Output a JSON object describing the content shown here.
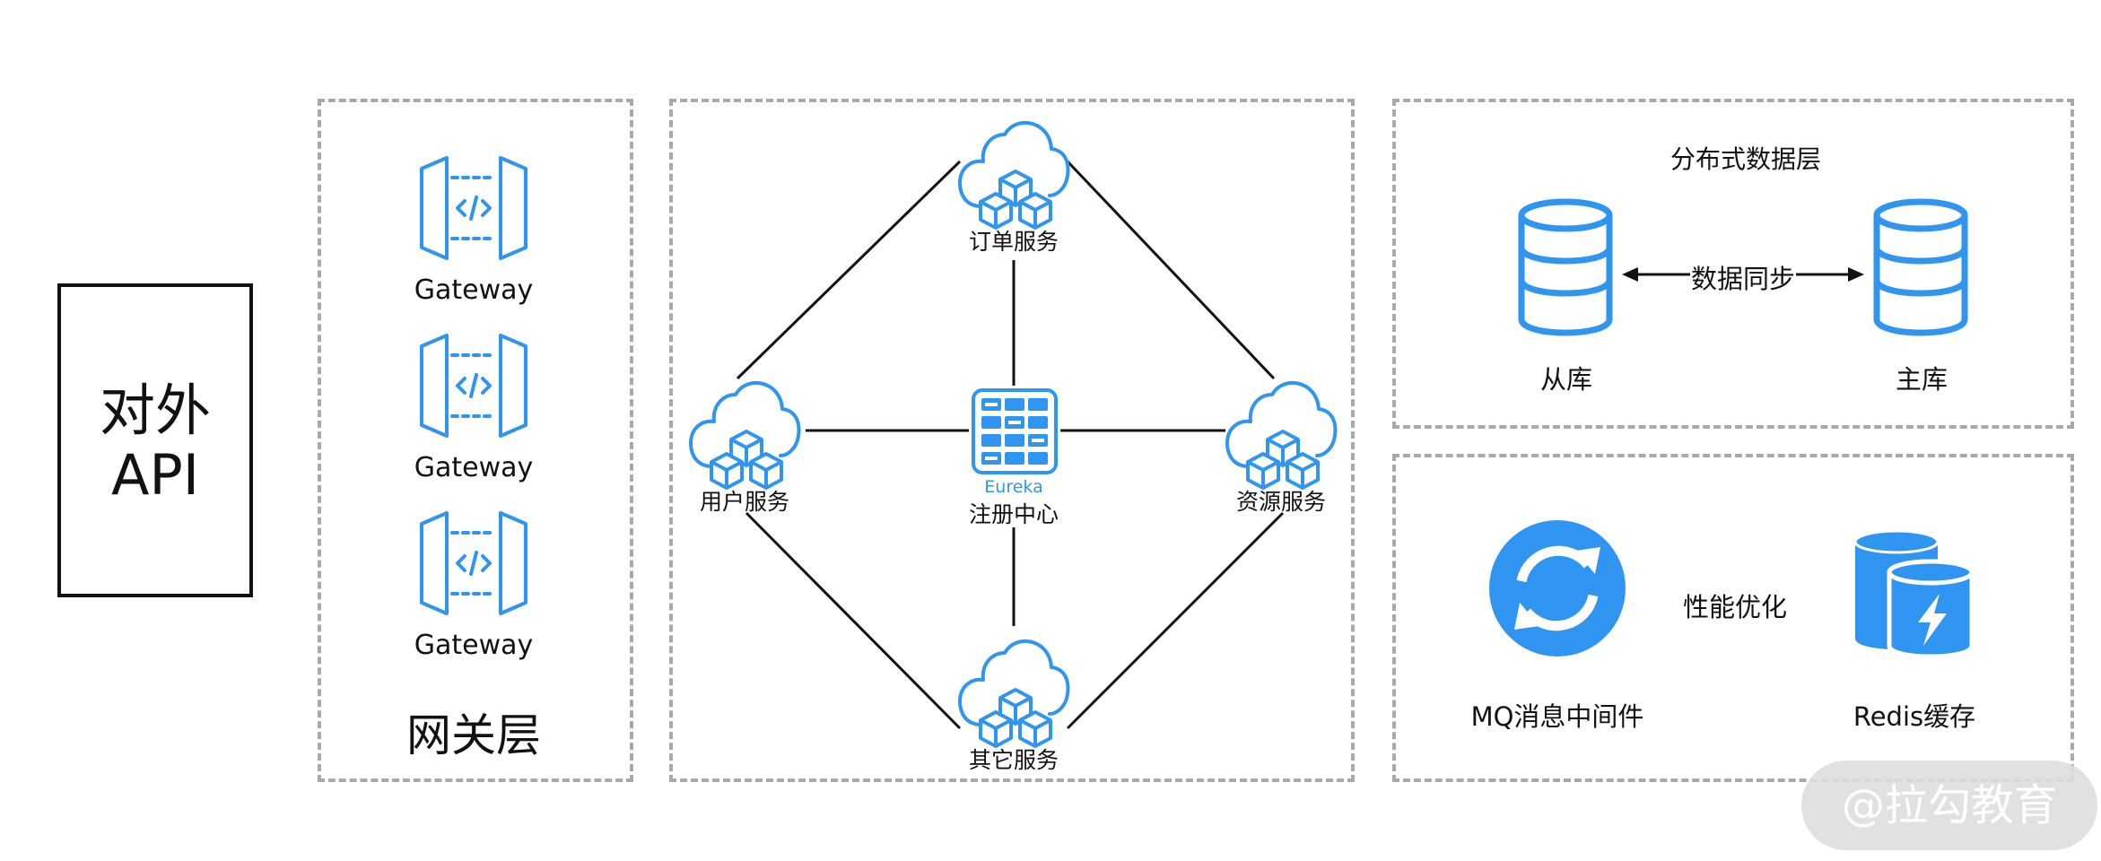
{
  "api_box": {
    "line1": "对外",
    "line2": "API"
  },
  "gateway_layer": {
    "title": "网关层",
    "gateways": [
      {
        "label": "Gateway",
        "icon": "api-gateway-icon"
      },
      {
        "label": "Gateway",
        "icon": "api-gateway-icon"
      },
      {
        "label": "Gateway",
        "icon": "api-gateway-icon"
      }
    ]
  },
  "services": {
    "order": "订单服务",
    "user": "用户服务",
    "resource": "资源服务",
    "other": "其它服务",
    "registry": {
      "brand": "Eureka",
      "label": "注册中心"
    }
  },
  "data_layer": {
    "title": "分布式数据层",
    "slave": "从库",
    "master": "主库",
    "sync": "数据同步"
  },
  "performance": {
    "title": "性能优化",
    "mq": "MQ消息中间件",
    "redis": "Redis缓存"
  },
  "watermark": "@拉勾教育",
  "colors": {
    "accent": "#2f95f1",
    "line": "#111111",
    "dash": "#a9a9a9"
  }
}
